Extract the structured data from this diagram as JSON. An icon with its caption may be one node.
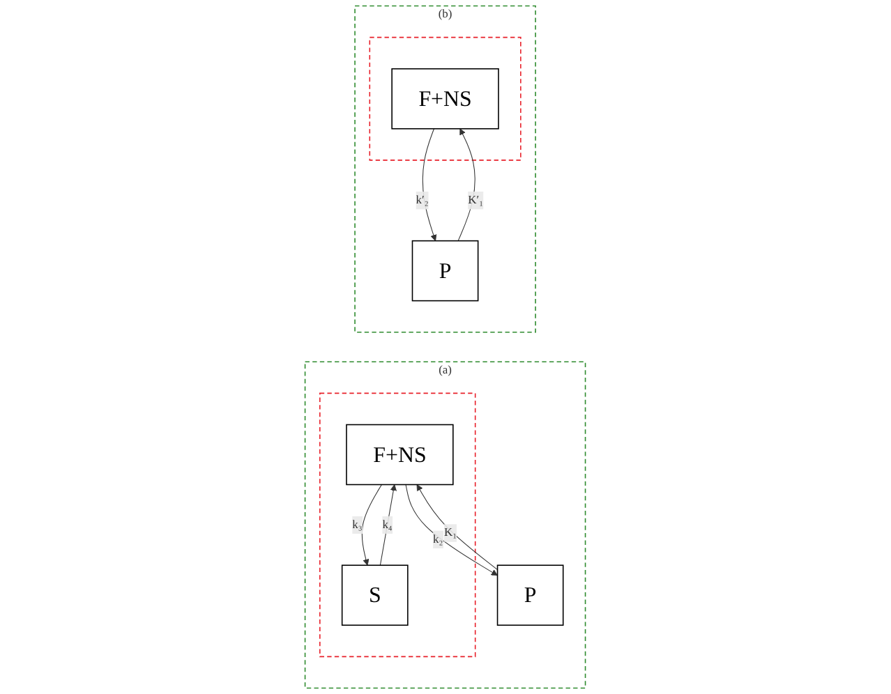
{
  "diagram": {
    "nodes": [
      {
        "text": [],
        "shape": "box",
        "beside": [
          "(a)"
        ]
      },
      {
        "text": [
          "P"
        ],
        "in": 0
      },
      {
        "text": [],
        "shape": "box",
        "in": 0
      },
      {
        "text": [
          "F+NS"
        ],
        "in": 2
      },
      {
        "text": [
          "S"
        ],
        "in": 2
      },
      {
        "text": [],
        "shape": "box",
        "beside": [
          "(b)"
        ]
      },
      {
        "text": [
          "P"
        ],
        "in": 5
      },
      {
        "text": [],
        "shape": "box",
        "in": 5
      },
      {
        "text": [
          "F+NS"
        ],
        "in": 7
      }
    ],
    "edges": [
      {
        "from": 1,
        "to": 3,
        "arrow": "to",
        "label": "K₁"
      },
      {
        "from": 3,
        "to": 1,
        "arrow": "to",
        "label": "k₂"
      },
      {
        "from": 3,
        "to": 4,
        "arrow": "to",
        "label": "k₃"
      },
      {
        "from": 4,
        "to": 3,
        "arrow": "to",
        "label": "k₄"
      },
      {
        "from": 6,
        "to": 8,
        "arrow": "to",
        "label": "K′₁"
      },
      {
        "from": 8,
        "to": 6,
        "arrow": "to",
        "label": "k′₂"
      }
    ]
  }
}
